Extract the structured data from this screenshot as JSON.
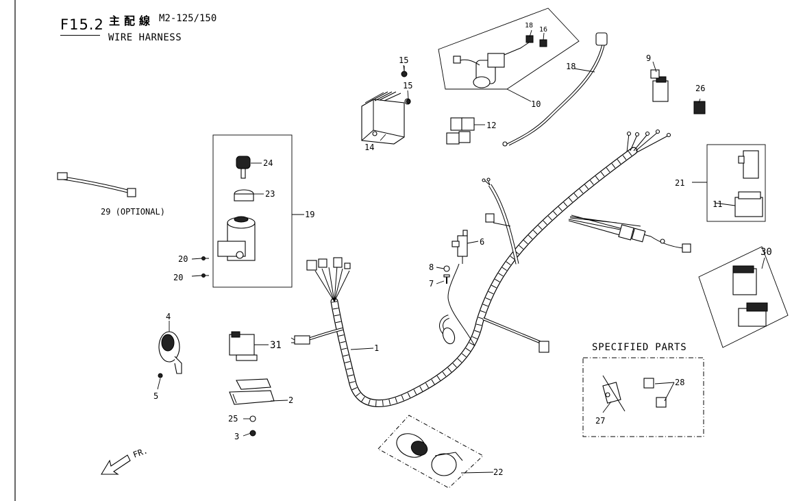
{
  "header": {
    "fig_code": "F15.2",
    "title_cn": "主配線",
    "model": "M2-125/150",
    "title_en": "WIRE HARNESS"
  },
  "specified_parts_label": "SPECIFIED PARTS",
  "direction_label": "FR.",
  "callouts": [
    {
      "id": "c1",
      "text": "1"
    },
    {
      "id": "c2",
      "text": "2"
    },
    {
      "id": "c3",
      "text": "3"
    },
    {
      "id": "c4",
      "text": "4"
    },
    {
      "id": "c5",
      "text": "5"
    },
    {
      "id": "c6",
      "text": "6"
    },
    {
      "id": "c7",
      "text": "7"
    },
    {
      "id": "c8",
      "text": "8"
    },
    {
      "id": "c9",
      "text": "9"
    },
    {
      "id": "c10",
      "text": "10"
    },
    {
      "id": "c11",
      "text": "11"
    },
    {
      "id": "c12",
      "text": "12"
    },
    {
      "id": "c14",
      "text": "14"
    },
    {
      "id": "c15a",
      "text": "15"
    },
    {
      "id": "c15b",
      "text": "15"
    },
    {
      "id": "c16",
      "text": "16"
    },
    {
      "id": "c18a",
      "text": "18"
    },
    {
      "id": "c18b",
      "text": "18"
    },
    {
      "id": "c19",
      "text": "19"
    },
    {
      "id": "c20a",
      "text": "20"
    },
    {
      "id": "c20b",
      "text": "20"
    },
    {
      "id": "c21",
      "text": "21"
    },
    {
      "id": "c22",
      "text": "22"
    },
    {
      "id": "c23",
      "text": "23"
    },
    {
      "id": "c24",
      "text": "24"
    },
    {
      "id": "c25",
      "text": "25"
    },
    {
      "id": "c26",
      "text": "26"
    },
    {
      "id": "c27",
      "text": "27"
    },
    {
      "id": "c28",
      "text": "28"
    },
    {
      "id": "c29",
      "text": "29 (OPTIONAL)"
    },
    {
      "id": "c30",
      "text": "30"
    },
    {
      "id": "c31",
      "text": "31"
    }
  ]
}
